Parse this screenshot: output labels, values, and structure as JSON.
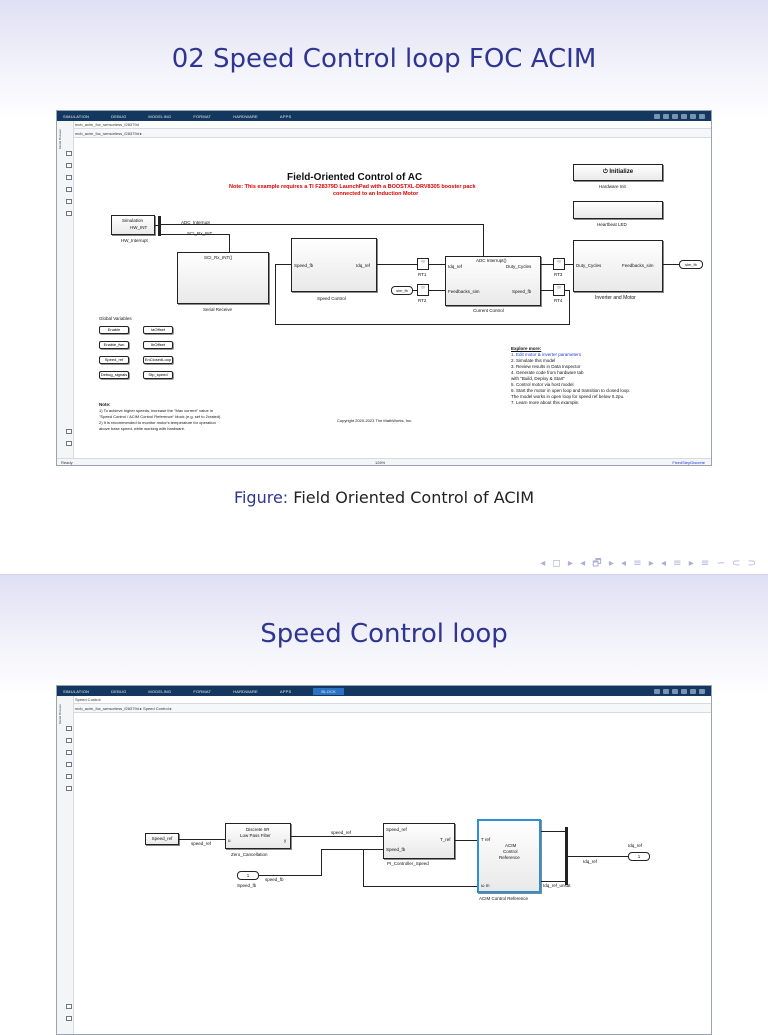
{
  "slide1": {
    "title": "02  Speed Control loop FOC ACIM",
    "caption_label": "Figure:",
    "caption_text": "Field Oriented Control of ACIM",
    "nav_symbols": "◂ ◻ ▸ ◂ 🗗 ▸ ◂ ≡ ▸ ◂ ≡ ▸   ≡   ∽ ⊂ ⊃"
  },
  "slide2": {
    "title": "Speed Control loop"
  },
  "simulink_common": {
    "ribbon_tabs": [
      "SIMULATION",
      "DEBUG",
      "MODELING",
      "FORMAT",
      "HARDWARE",
      "APPS"
    ],
    "sidebar_tab": "Model Browser"
  },
  "window1": {
    "tab": "mcb_acim_foc_sensorless_f28379d",
    "path": "mcb_acim_foc_sensorless_f28379d ▸",
    "status_left": "Ready",
    "status_zoom": "126%",
    "status_right": "FixedStepDiscrete",
    "diagram": {
      "title": "Field-Oriented Control of AC",
      "note": "Note: This example requires a TI F28379D LaunchPad with a BOOSTXL-DRV8305 booster pack",
      "note2": "connected to an Induction Motor",
      "init_button": "⏻ Initialize",
      "hardware_init": "Hardware Init",
      "heartbeat": "Heartbeat LED",
      "sim_block": "Simulation",
      "hw_int": "HW_INT",
      "hw_interrupt": "HW_Interrupt",
      "adc_interrupt": "ADC_Interrupt",
      "sci_rx_int": "SCI_Rx_INT",
      "sci_rx_int_call": "SCI_Rx_INT()",
      "serial_receive": "Serial Receive",
      "speed_fb": "Speed_fb",
      "idq_ref": "Idq_ref",
      "speed_control": "Speed Control",
      "rt1": "RT1",
      "rt2": "RT2",
      "rt3": "RT3",
      "rt4": "RT4",
      "adc_interrupt_call": "ADC Interrupt()",
      "idq_ref_in": "Idq_ref",
      "duty_cycles": "Duty_Cycles",
      "feedbacks_sim": "Feedbacks_sim",
      "speed_fb_out": "Speed_fb",
      "current_control": "Current Control",
      "sim_fb": "sim_fb",
      "duty_cycles_in": "Duty_Cycles",
      "feedbacks_sim_out": "Feedbacks_sim",
      "inverter_motor": "Inverter and Motor",
      "sim_fb_out": "sim_fb",
      "global_vars_label": "Global Variables",
      "global_vars": [
        "Enable",
        "IaOffset",
        "Enable_fwc",
        "IbOffset",
        "Speed_ref",
        "EnClosedLoop",
        "Debug_signals",
        "Stp_speed"
      ],
      "note_label": "Note:",
      "note_lines": [
        "1) To achieve higher speeds, increase the \"Max current\" value in",
        "    \"Speed Control / ACIM Control Reference\" block (e.g. set to 2xrated).",
        "2) It is recommended to monitor motor's temperature for operation",
        "    above base speed, while working with hardware."
      ],
      "copyright": "Copyright 2020-2023 The MathWorks, Inc.",
      "explore_title": "Explore more:",
      "explore_items": [
        "1. Edit motor & inverter parameters",
        "2. Simulate this model",
        "3. Review results in Data Inspector",
        "4. Generate code from hardware tab",
        "    with \"Build, Deploy & Start\"",
        "5. Control motor via host model",
        "6. Start the motor in open loop and transition to closed loop.",
        "    The model works in open loop for speed ref below 0.2pu.",
        "7. Learn more about this example."
      ]
    }
  },
  "window2": {
    "ribbon_extra_tab": "BLOCK",
    "tab": "Speed Control",
    "path": "mcb_acim_foc_sensorless_f28379d ▸ Speed Control ▸",
    "diagram": {
      "speed_ref_block": "Speed_ref",
      "speed_ref_wire": "speed_ref",
      "filter_line1": "Discrete IIR",
      "filter_line2": "Low Pass Filter",
      "filter_u": "u",
      "filter_y": "y",
      "filter_name": "Zero_Cancellation",
      "speed_ref_label2": "speed_ref",
      "pi_speed_ref": "Speed_ref",
      "pi_speed_fb": "Speed_fb",
      "pi_tref": "T_ref",
      "pi_name": "PI_Controller_Speed",
      "inport_num": "1",
      "inport_name": "Speed_fb",
      "speed_fb_wire": "speed_fb",
      "acim_line1": "ACIM",
      "acim_line2": "Control",
      "acim_line3": "Reference",
      "acim_tref": "T ref",
      "acim_wm": "ω m",
      "acim_name": "ACIM Control Reference",
      "idq_ref_wire": "Idq_ref",
      "outport_num": "1",
      "outport_name": "Idq_ref",
      "idq_ref_unsat": "Idq_ref_unsat"
    }
  }
}
